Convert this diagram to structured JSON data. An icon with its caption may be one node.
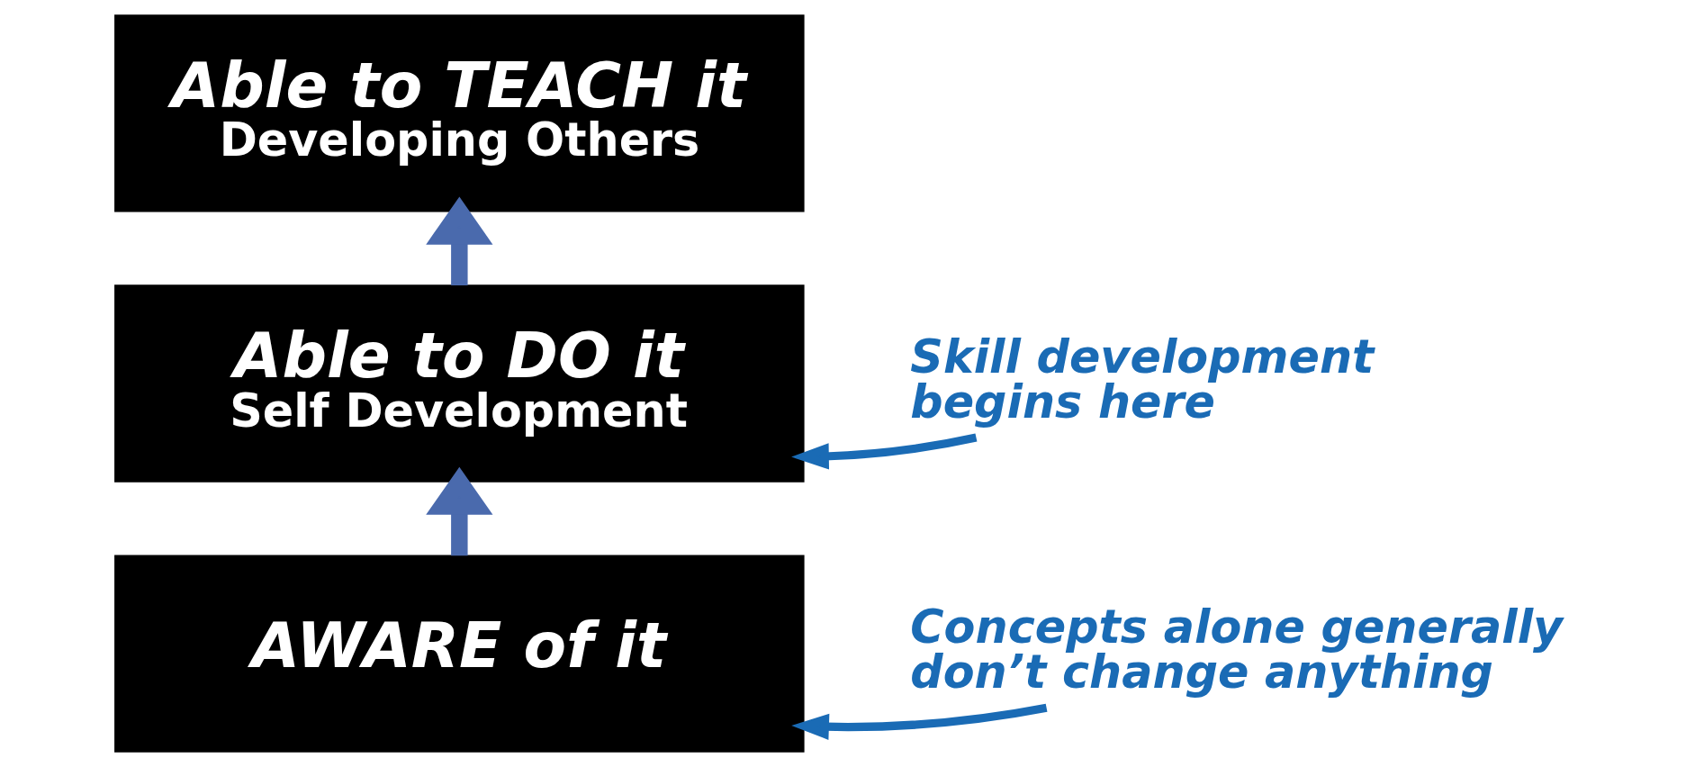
{
  "diagram": {
    "nodes": [
      {
        "text": [
          "Able to TEACH it",
          "Developing Others"
        ]
      },
      {
        "text": [
          "Able to DO it",
          "Self Development"
        ]
      },
      {
        "text": [
          "AWARE of it"
        ]
      },
      {
        "text": [
          "Skill development begins here"
        ]
      },
      {
        "text": [
          "Concepts alone generally don’t change anything"
        ]
      }
    ],
    "edges": [
      {
        "from": 2,
        "to": 1,
        "arrow": "to",
        "style": "thick",
        "color": "#4a6aad"
      },
      {
        "from": 1,
        "to": 0,
        "arrow": "to",
        "style": "thick",
        "color": "#4a6aad"
      },
      {
        "from": 3,
        "to": 1,
        "arrow": "to",
        "color": "#1a6bb5"
      },
      {
        "from": 4,
        "to": 2,
        "arrow": "to",
        "color": "#1a6bb5"
      }
    ]
  }
}
